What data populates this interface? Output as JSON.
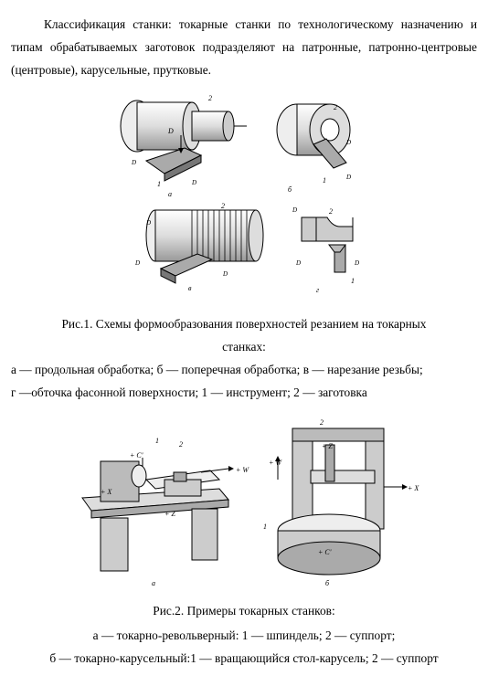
{
  "intro": "Классификация станки: токарные станки по технологическому назначению и типам обрабатываемых заготовок подразделяют на патронные, патронно-центровые (центровые), карусельные, прутковые.",
  "fig1": {
    "caption_line1": "Рис.1. Схемы формообразования поверхностей резанием на токарных",
    "caption_line2": "станках:",
    "legend_line1": "а — продольная обработка; б — поперечная обработка; в — нарезание резьбы;",
    "legend_line2": "г —обточка фасонной поверхности; 1 — инструмент; 2 — заготовка",
    "sub_a": "а",
    "sub_b": "б",
    "sub_v": "в",
    "sub_g": "г",
    "num1": "1",
    "num2": "2",
    "dr": "D",
    "dr_sub": "r",
    "dsop": "D",
    "dsop_sub": "S",
    "dsop_sub2": "op",
    "dso_sub": "S",
    "dso_sub2": "o"
  },
  "fig2": {
    "caption": "Рис.2. Примеры токарных станков:",
    "legend_line1": "а — токарно-револьверный: 1 — шпиндель; 2 — суппорт;",
    "legend_line2": "б — токарно-карусельный:1 — вращающийся стол-карусель; 2 — суппорт",
    "sub_a": "а",
    "sub_b": "б",
    "label_c": "+ C'",
    "label_w": "+ W",
    "label_x": "+ X",
    "label_z": "+ Z",
    "num1": "1",
    "num2": "2"
  }
}
